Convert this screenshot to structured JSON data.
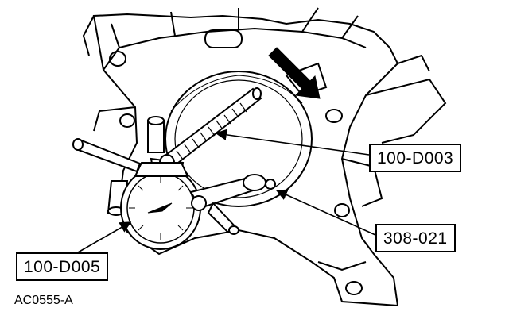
{
  "callouts": {
    "tool_indicator_holder": "100-D003",
    "tool_dial_indicator_bracket": "308-021",
    "tool_dial_indicator": "100-D005"
  },
  "figure_code": "AC0555-A",
  "colors": {
    "ink": "#000000",
    "paper": "#ffffff"
  }
}
